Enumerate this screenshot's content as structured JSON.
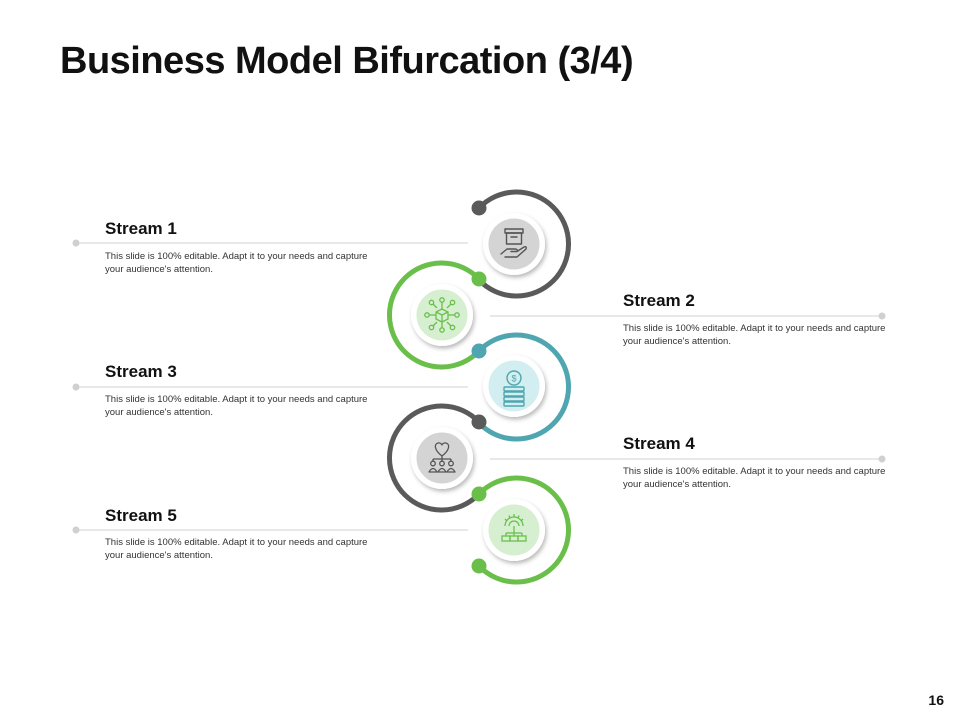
{
  "slide": {
    "title": "Business Model Bifurcation (3/4)",
    "page_number": "16"
  },
  "colors": {
    "dark_gray": "#5a5a5a",
    "green": "#6abf4b",
    "teal": "#4fa6b0",
    "light_gray_fill": "#d4d4d4",
    "light_green_fill": "#d6efd0",
    "light_teal_fill": "#d3eef0",
    "connector": "#d0d0d0"
  },
  "streams": [
    {
      "title": "Stream 1",
      "description": "This slide is 100% editable.  Adapt it to your needs and capture your audience's attention.",
      "icon": "hand-box-icon"
    },
    {
      "title": "Stream 2",
      "description": "This slide is 100% editable.  Adapt it to your needs and capture your audience's attention.",
      "icon": "network-cube-icon"
    },
    {
      "title": "Stream 3",
      "description": "This slide is 100% editable.  Adapt it to your needs and capture your audience's attention.",
      "icon": "coin-stack-icon"
    },
    {
      "title": "Stream 4",
      "description": "This slide is 100% editable.  Adapt it to your needs and capture your audience's attention.",
      "icon": "team-heart-icon"
    },
    {
      "title": "Stream 5",
      "description": "This slide is 100% editable.  Adapt it to your needs and capture your audience's attention.",
      "icon": "gear-hierarchy-icon"
    }
  ]
}
